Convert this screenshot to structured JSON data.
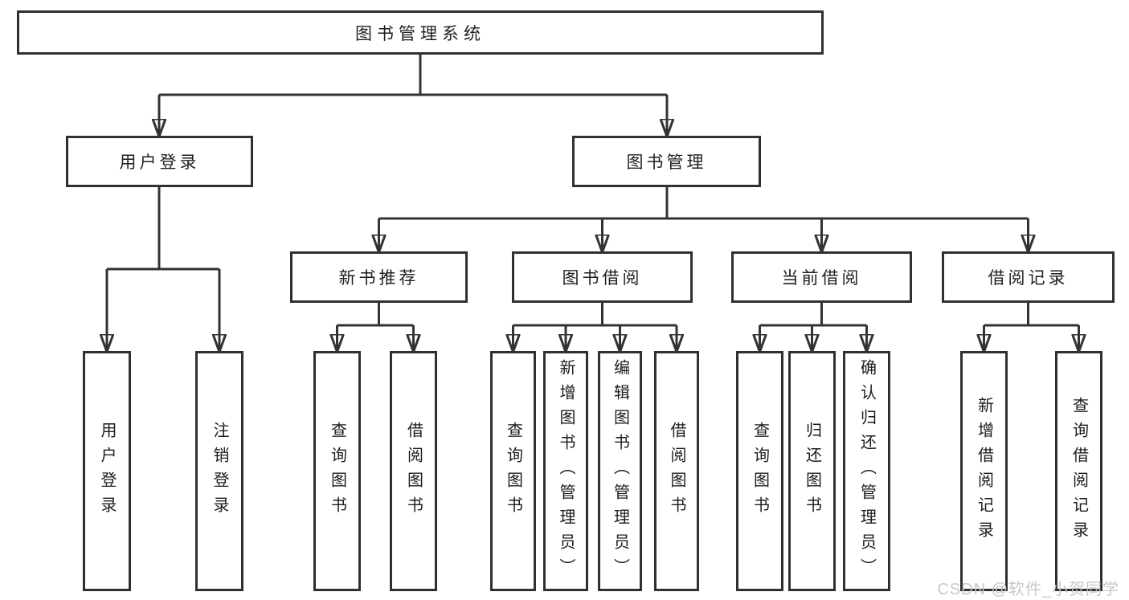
{
  "tree": {
    "label": "图书管理系统",
    "children": [
      {
        "label": "用户登录",
        "children": [
          {
            "label": "用户登录"
          },
          {
            "label": "注销登录"
          }
        ]
      },
      {
        "label": "图书管理",
        "children": [
          {
            "label": "新书推荐",
            "children": [
              {
                "label": "查询图书"
              },
              {
                "label": "借阅图书"
              }
            ]
          },
          {
            "label": "图书借阅",
            "children": [
              {
                "label": "查询图书"
              },
              {
                "label": "新增图书（管理员）"
              },
              {
                "label": "编辑图书（管理员）"
              },
              {
                "label": "借阅图书"
              }
            ]
          },
          {
            "label": "当前借阅",
            "children": [
              {
                "label": "查询图书"
              },
              {
                "label": "归还图书"
              },
              {
                "label": "确认归还（管理员）"
              }
            ]
          },
          {
            "label": "借阅记录",
            "children": [
              {
                "label": "新增借阅记录"
              },
              {
                "label": "查询借阅记录"
              }
            ]
          }
        ]
      }
    ]
  },
  "watermark": "CSDN @软件_小贺同学",
  "colors": {
    "line": "#333333",
    "border": "#303030",
    "text": "#1f1f1f",
    "watermark": "#c6c6c6",
    "background": "#ffffff"
  }
}
